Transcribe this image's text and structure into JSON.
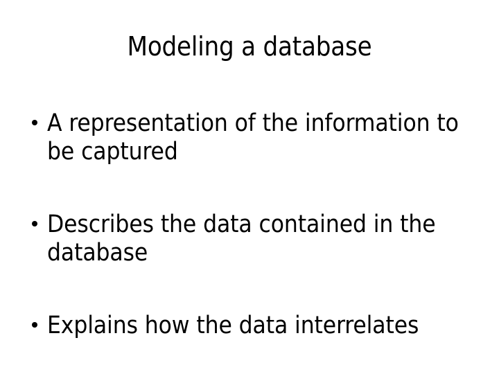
{
  "slide": {
    "title": "Modeling a database",
    "background_color": "#ffffff",
    "text_color": "#000000",
    "bullets": [
      {
        "text": "A representation of the information to be captured"
      },
      {
        "text": "Describes the data contained in the database"
      },
      {
        "text": "Explains how the data interrelates"
      }
    ]
  }
}
